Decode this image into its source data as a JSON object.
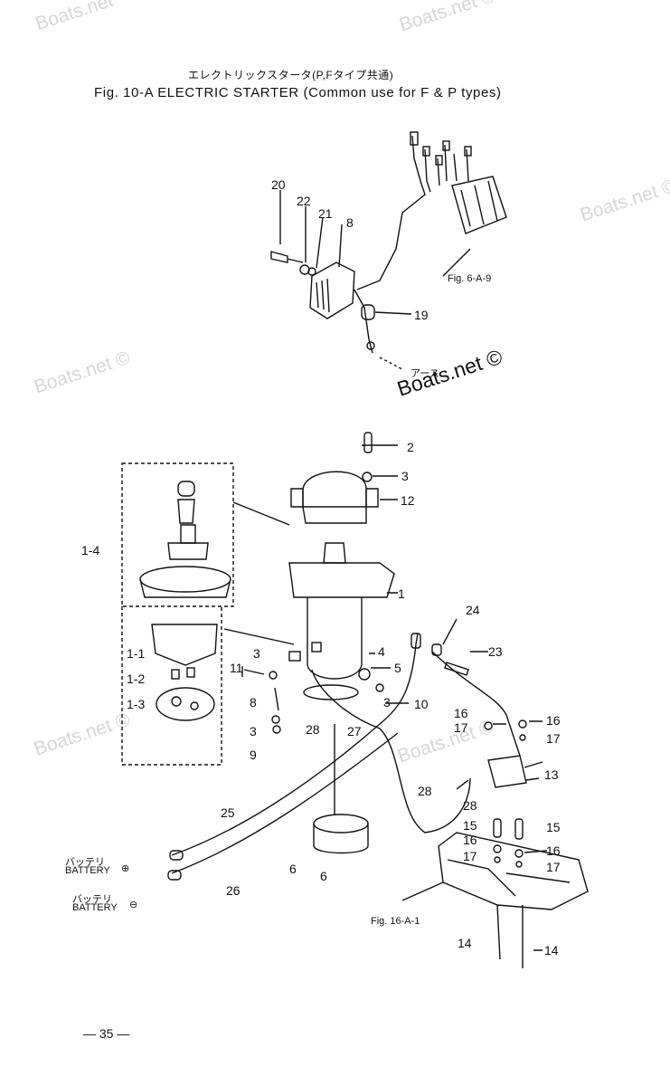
{
  "title_jp": "エレクトリックスタータ(P,Fタイプ共通)",
  "title_en": "Fig. 10-A   ELECTRIC STARTER (Common use for F & P types)",
  "watermarks": [
    "Boats.net ©",
    "Boats.net ©",
    "Boats.net ©",
    "Boats.net ©",
    "Boats.net ©",
    "Boats.net ©",
    "Boats.net"
  ],
  "ref_fig_6a9": "Fig. 6-A-9",
  "ref_fig_16a1": "Fig. 16-A-1",
  "ref_ground": "アース",
  "battery_top": {
    "jp": "バッテリ",
    "en": "BATTERY",
    "sign": "⊕"
  },
  "battery_bottom": {
    "jp": "バッテリ",
    "en": "BATTERY",
    "sign": "⊖"
  },
  "page_number": "— 35 —",
  "labels": {
    "l20": "20",
    "l22": "22",
    "l21": "21",
    "l8": "8",
    "l19": "19",
    "l2": "2",
    "l3a": "3",
    "l12": "12",
    "l1_4": "1-4",
    "l1": "1",
    "l24": "24",
    "l23": "23",
    "l1_1": "1-1",
    "l3b": "3",
    "l4": "4",
    "l5": "5",
    "l11": "11",
    "l1_2": "1-2",
    "l1_3": "1-3",
    "l8b": "8",
    "l3c": "3",
    "l10": "10",
    "l28a": "28",
    "l27": "27",
    "l9": "9",
    "l3d": "3",
    "l16a": "16",
    "l17a": "17",
    "l16b": "16",
    "l17b": "17",
    "l13": "13",
    "l28b": "28",
    "l28c": "28",
    "l25": "25",
    "l15a": "15",
    "l15b": "15",
    "l16c": "16",
    "l16d": "16",
    "l17c": "17",
    "l17d": "17",
    "l6a": "6",
    "l6b": "6",
    "l26": "26",
    "l14a": "14",
    "l14b": "14"
  }
}
